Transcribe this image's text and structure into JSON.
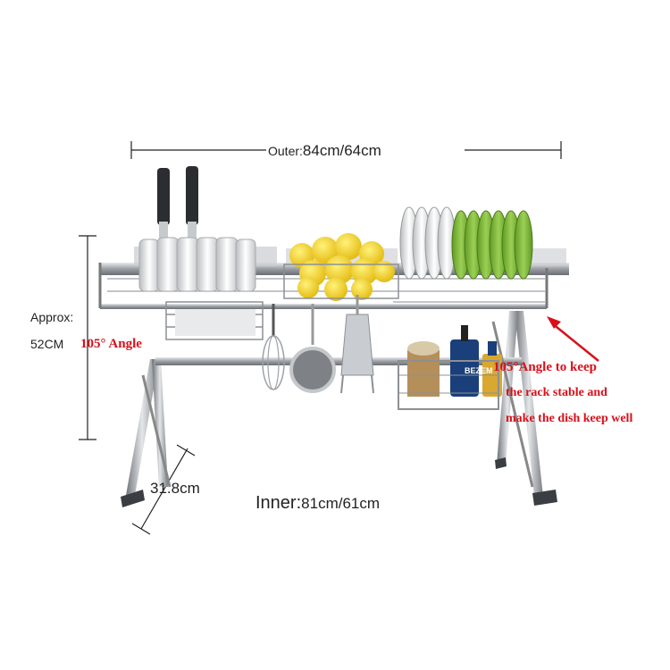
{
  "dimensions": {
    "outer_prefix": "Outer:",
    "outer_value": "84cm/64cm",
    "height_line1": "Approx:",
    "height_line2": "52CM",
    "depth": "31.8cm",
    "inner_prefix": "Inner:",
    "inner_value": "81cm/61cm"
  },
  "annotations": {
    "angle_left": "105° Angle",
    "angle_right_line1": "105°Angle to keep",
    "angle_right_line2": "the rack stable and",
    "angle_right_line3": "make the dish keep well"
  },
  "bottle_label": "BEZEM",
  "colors": {
    "steel": "#9a9ea3",
    "steel_dark": "#5c6066",
    "annotation_red": "#d8101a",
    "plate_green": "#7db33a",
    "fruit_yellow": "#f2d51a"
  }
}
